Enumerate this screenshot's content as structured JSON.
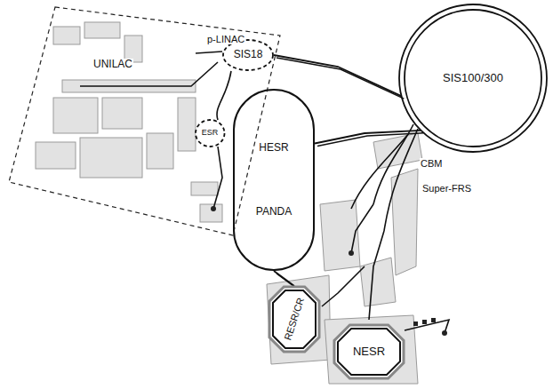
{
  "diagram": {
    "nodes": [
      {
        "text": [
          "SIS18"
        ]
      },
      {
        "text": [
          "ESR"
        ]
      },
      {
        "text": [
          "HESR",
          "PANDA"
        ]
      },
      {
        "text": [
          "SIS100/300"
        ]
      },
      {
        "text": [
          "RESR/CR"
        ]
      },
      {
        "text": [
          "NESR"
        ]
      }
    ],
    "edges": [
      {
        "from": 0,
        "to": 3,
        "arrow": "none"
      },
      {
        "from": 3,
        "to": 2,
        "arrow": "none"
      },
      {
        "from": 2,
        "to": 4,
        "arrow": "none"
      }
    ],
    "labels": [
      "p-LINAC",
      "UNILAC",
      "CBM",
      "Super-FRS"
    ]
  }
}
